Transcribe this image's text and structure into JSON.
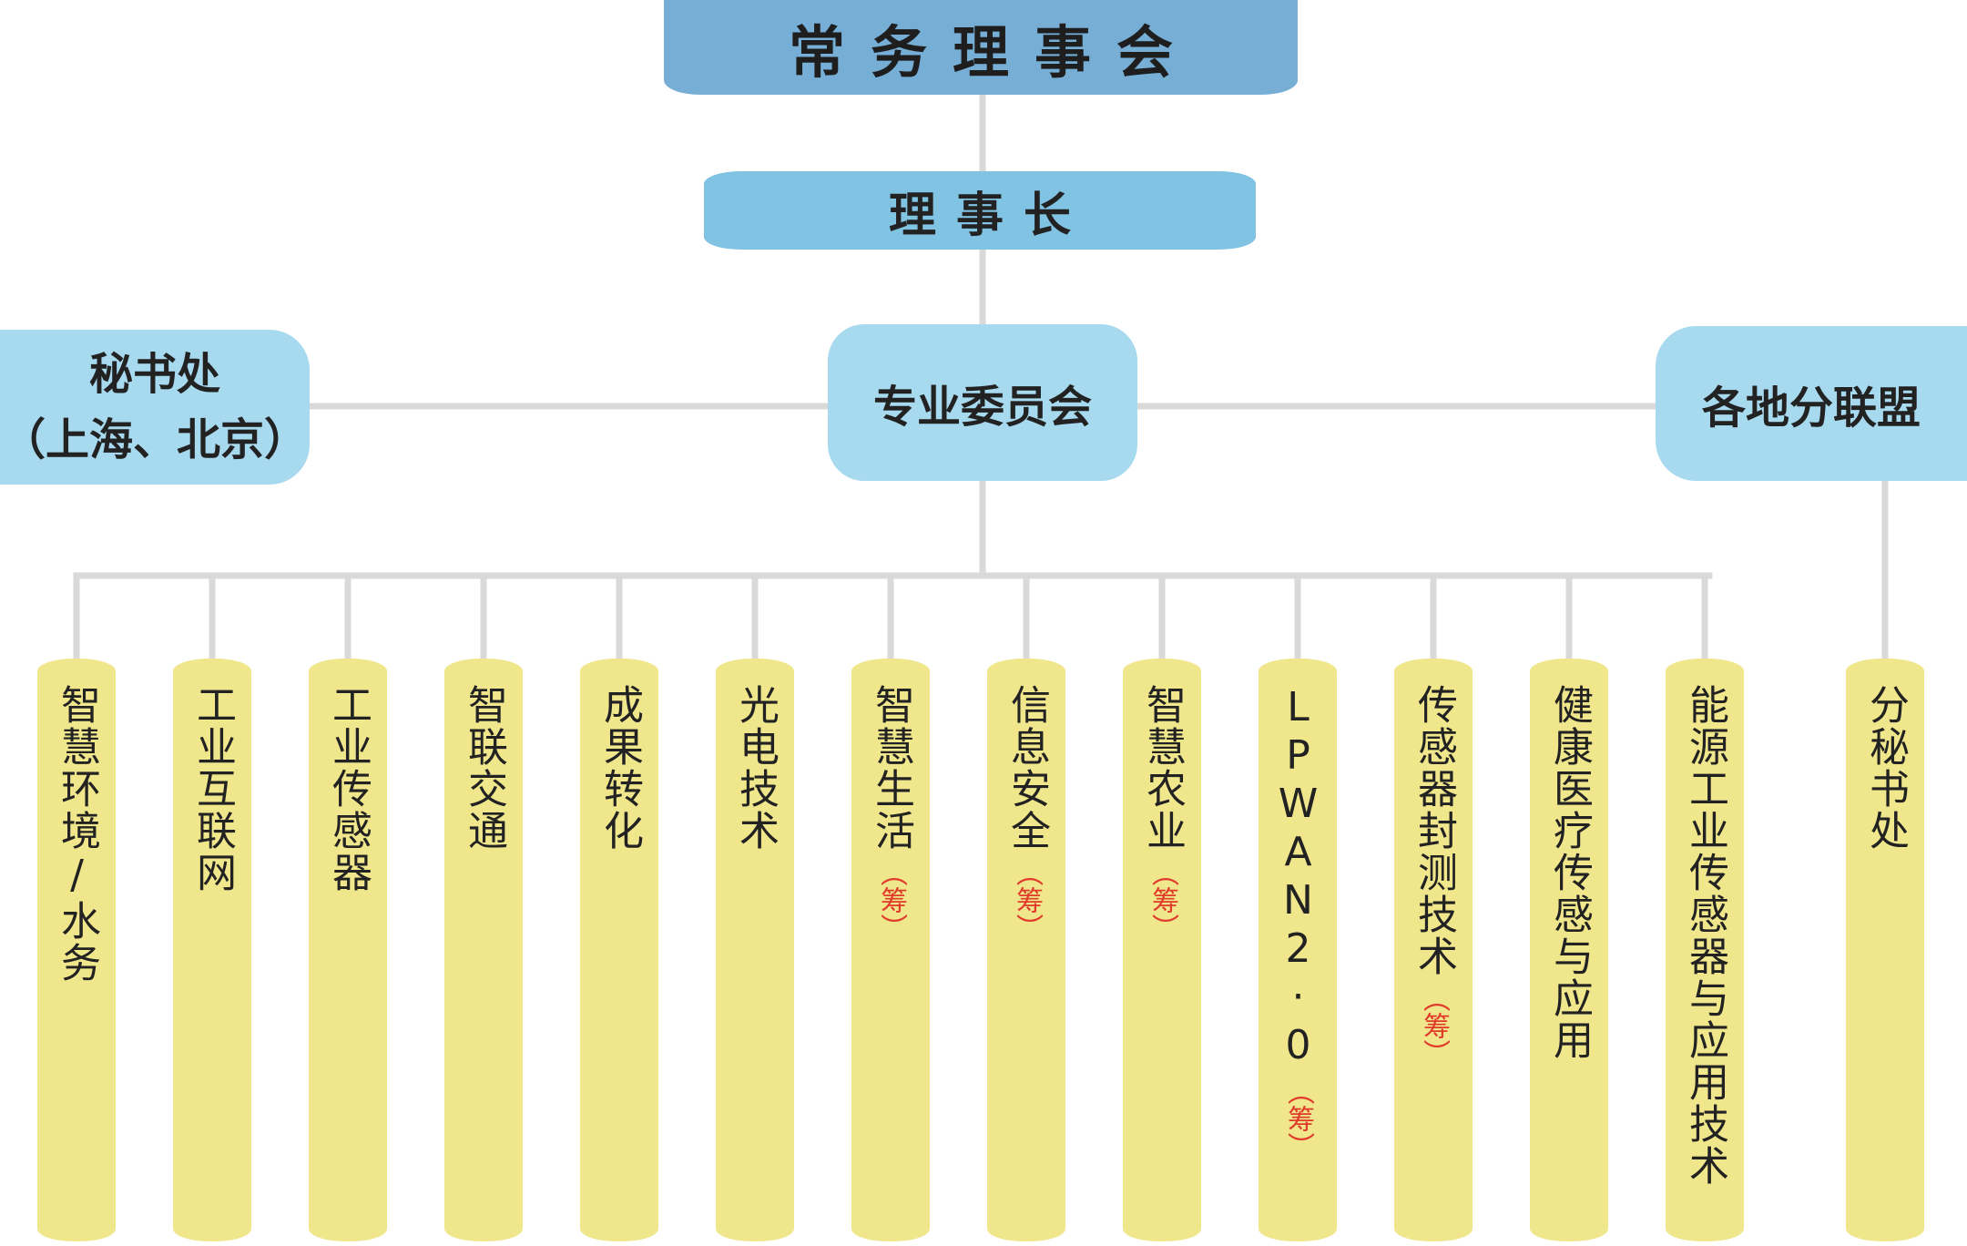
{
  "board": "常务理事会",
  "chair": "理事长",
  "secretariat": {
    "line1": "秘书处",
    "line2": "（上海、北京）"
  },
  "committee": "专业委员会",
  "alliance": "各地分联盟",
  "committees": [
    {
      "label": "智慧环境/水务",
      "note": ""
    },
    {
      "label": "工业互联网",
      "note": ""
    },
    {
      "label": "工业传感器",
      "note": ""
    },
    {
      "label": "智联交通",
      "note": ""
    },
    {
      "label": "成果转化",
      "note": ""
    },
    {
      "label": "光电技术",
      "note": ""
    },
    {
      "label": "智慧生活",
      "note": "（筹）"
    },
    {
      "label": "信息安全",
      "note": "（筹）"
    },
    {
      "label": "智慧农业",
      "note": "（筹）"
    },
    {
      "label": "LPWAN2·0",
      "note": "（筹）"
    },
    {
      "label": "传感器封测技术",
      "note": "（筹）"
    },
    {
      "label": "健康医疗传感与应用",
      "note": ""
    },
    {
      "label": "能源工业传感器与应用技术",
      "note": ""
    }
  ],
  "branch_secretariat": "分秘书处",
  "colors": {
    "board": "#76aed5",
    "chair": "#81c3e3",
    "mid": "#a7d9ef",
    "pillar": "#f0e68c",
    "connector": "#d9d9d9",
    "note": "#e03a2a"
  }
}
